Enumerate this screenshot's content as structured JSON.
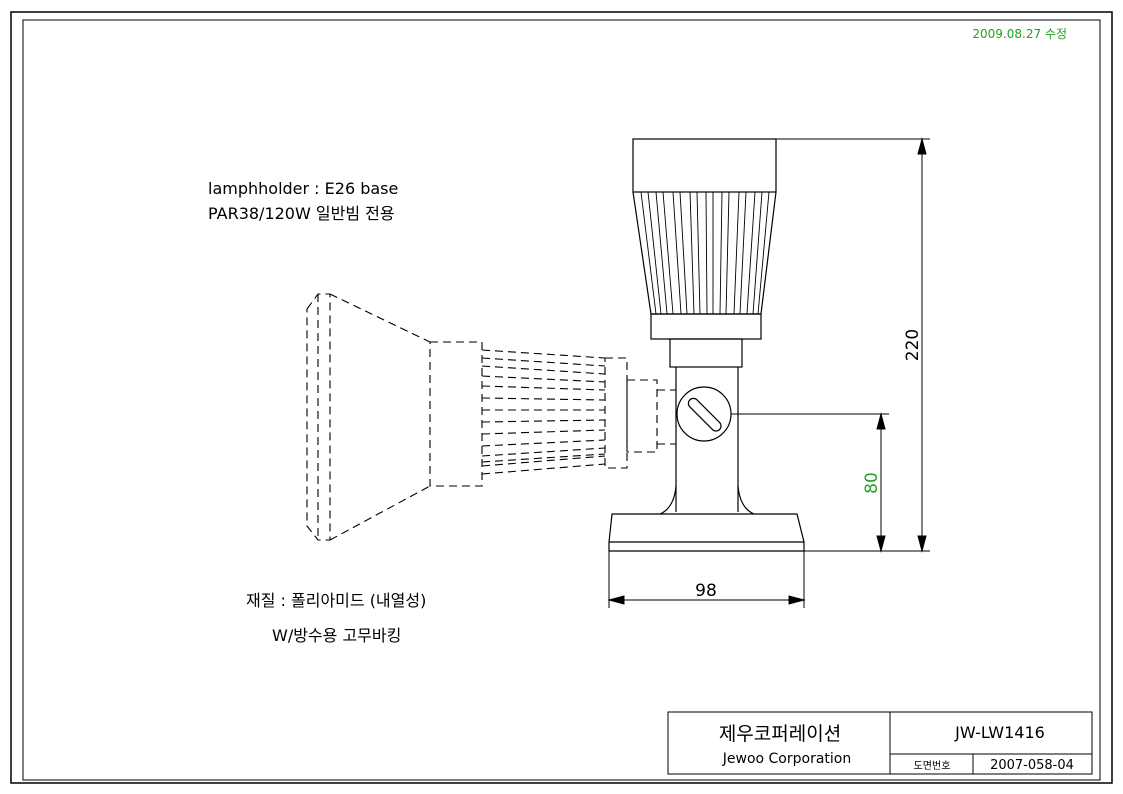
{
  "revision_note": "2009.08.27 수정",
  "spec": {
    "line1": "lamphholder : E26 base",
    "line2": "PAR38/120W 일반빔 전용"
  },
  "material": {
    "line1": "재질 :  폴리아미드 (내열성)",
    "line2": "W/방수용 고무바킹"
  },
  "dimensions": {
    "height_total": "220",
    "height_pivot": "80",
    "base_width": "98"
  },
  "title_block": {
    "company_ko": "제우코퍼레이션",
    "company_en": "Jewoo Corporation",
    "model": "JW-LW1416",
    "drawing_no_label": "도면번호",
    "drawing_no": "2007-058-04"
  },
  "colors": {
    "line": "#000000",
    "dimension_accent": "#1fa31f"
  }
}
